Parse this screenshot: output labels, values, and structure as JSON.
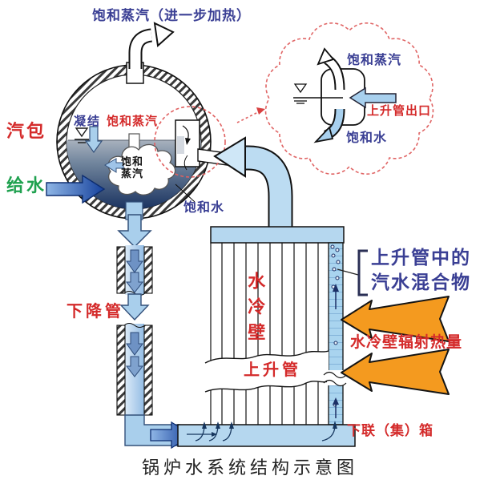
{
  "caption": "锅炉水系统结构示意图",
  "labels": {
    "top_steam": "饱和蒸汽（进一步加热）",
    "drum": "汽包",
    "condensation": "凝结",
    "drum_saturated_steam": "饱和蒸汽",
    "feedwater": "给水",
    "saturated_water": "饱和水",
    "bubble_line1": "饱和",
    "bubble_line2": "蒸汽",
    "downcomer": "下降管",
    "water_wall": "水冷壁",
    "riser": "上升管",
    "mixture_line1": "上升管中的",
    "mixture_line2": "汽水混合物",
    "radiation_heat": "水冷壁辐射热量",
    "lower_header": "下联（集）箱"
  },
  "cloud_callout": {
    "saturated_steam": "饱和蒸汽",
    "riser_outlet": "上升管出口",
    "saturated_water": "饱和水"
  },
  "colors": {
    "label_blue": "#3a3f94",
    "label_red": "#d42a2a",
    "label_green": "#1fa14f",
    "pipe_light_blue": "#b5d7ef",
    "flow_dark_blue": "#1c4fae",
    "heat_orange": "#f49a1f",
    "water_dark": "#17305e",
    "callout_dashed_red": "#e06060"
  }
}
